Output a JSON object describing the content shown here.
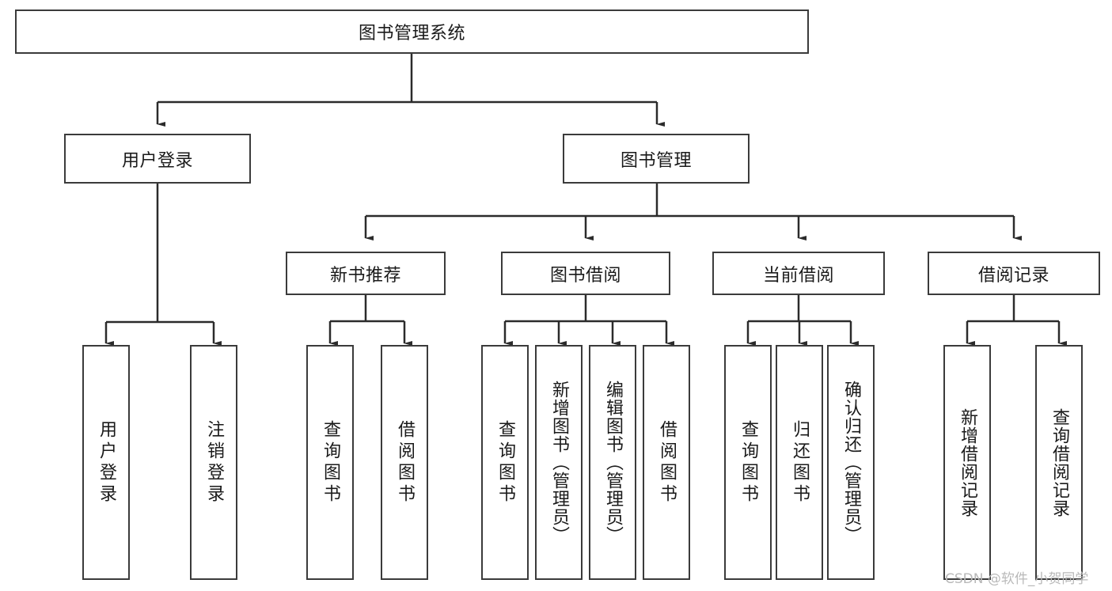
{
  "diagram": {
    "type": "tree-hierarchy",
    "title": "图书管理系统",
    "watermark": "CSDN @软件_小贺同学",
    "colors": {
      "box_border": "#3b3b3b",
      "box_fill": "#ffffff",
      "connector": "#2b2b2b",
      "text": "#1a1a1a",
      "watermark": "#b9b9b9",
      "background": "#ffffff"
    },
    "levels": {
      "root": {
        "label": "图书管理系统"
      },
      "level2": [
        {
          "label": "用户登录"
        },
        {
          "label": "图书管理"
        }
      ],
      "level3": [
        {
          "label": "新书推荐"
        },
        {
          "label": "图书借阅"
        },
        {
          "label": "当前借阅"
        },
        {
          "label": "借阅记录"
        }
      ],
      "leaves": {
        "user_login": [
          {
            "label": "用户登录"
          },
          {
            "label": "注销登录"
          }
        ],
        "new_book_recommend": [
          {
            "label": "查询图书"
          },
          {
            "label": "借阅图书"
          }
        ],
        "book_borrow": [
          {
            "label": "查询图书"
          },
          {
            "label": "新增图书（管理员）"
          },
          {
            "label": "编辑图书（管理员）"
          },
          {
            "label": "借阅图书"
          }
        ],
        "current_borrow": [
          {
            "label": "查询图书"
          },
          {
            "label": "归还图书"
          },
          {
            "label": "确认归还（管理员）"
          }
        ],
        "borrow_record": [
          {
            "label": "新增借阅记录"
          },
          {
            "label": "查询借阅记录"
          }
        ]
      }
    }
  }
}
